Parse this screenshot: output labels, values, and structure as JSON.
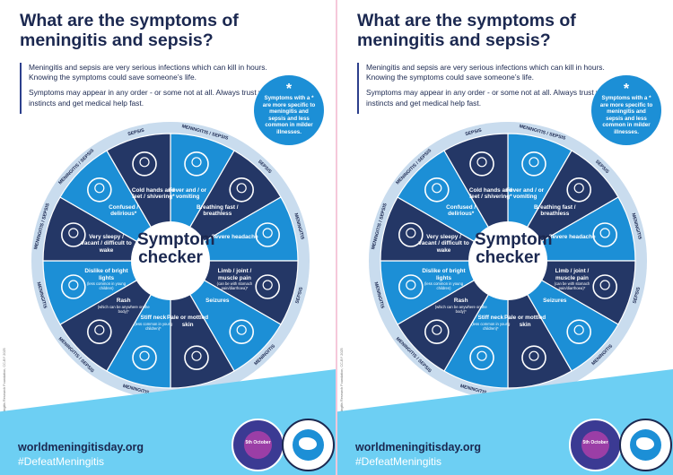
{
  "colors": {
    "navy": "#1b2850",
    "dark_segment": "#243766",
    "blue_segment": "#1c8fd6",
    "ring": "#c9dcee",
    "footer": "#6dcff3",
    "badge": "#1c8fd6"
  },
  "poster": {
    "title": "What are the symptoms of meningitis and sepsis?",
    "intro_1": "Meningitis and sepsis are very serious infections which can kill in hours. Knowing the symptoms could save someone’s life.",
    "intro_2": "Symptoms may appear in any order - or some not at all. Always trust your instincts and get medical help fast.",
    "note_star": "*",
    "note_text": "Symptoms with a * are more specific to meningitis and sepsis and less common in milder illnesses.",
    "center": "Symptom checker",
    "credit": "© Meningitis Research Foundation, CC-BY 2025",
    "website": "worldmeningitisday.org",
    "hashtag": "#DefeatMeningitis",
    "badge_text": "5th October",
    "segments": [
      {
        "label": "Fever and / or vomiting",
        "sub": "",
        "ring": "MENINGITIS / SEPSIS",
        "icon": "thermometer-icon"
      },
      {
        "label": "Breathing fast / breathless",
        "sub": "",
        "ring": "SEPSIS",
        "icon": "lungs-icon"
      },
      {
        "label": "Severe headache",
        "sub": "",
        "ring": "MENINGITIS",
        "icon": "headache-icon"
      },
      {
        "label": "Limb / joint / muscle pain",
        "sub": "(can be with stomach pain/diarrhoea)*",
        "ring": "SEPSIS",
        "icon": "knee-icon"
      },
      {
        "label": "Seizures",
        "sub": "",
        "ring": "MENINGITIS",
        "icon": "seizure-icon"
      },
      {
        "label": "Pale or mottled skin",
        "sub": "",
        "ring": "SEPSIS",
        "icon": "mottled-skin-icon"
      },
      {
        "label": "Stiff neck",
        "sub": "(less common in young children)*",
        "ring": "MENINGITIS",
        "icon": "stiff-neck-icon"
      },
      {
        "label": "Rash",
        "sub": "(which can be anywhere on the body)*",
        "ring": "MENINGITIS / SEPSIS",
        "icon": "rash-hands-icon"
      },
      {
        "label": "Dislike of bright lights",
        "sub": "(less common in young children)",
        "ring": "MENINGITIS",
        "icon": "sunglasses-icon"
      },
      {
        "label": "Very sleepy / vacant / difficult to wake",
        "sub": "",
        "ring": "MENINGITIS / SEPSIS",
        "icon": "bed-icon"
      },
      {
        "label": "Confused / delirious*",
        "sub": "",
        "ring": "MENINGITIS / SEPSIS",
        "icon": "confused-icon"
      },
      {
        "label": "Cold hands and feet / shivering*",
        "sub": "",
        "ring": "SEPSIS",
        "icon": "cold-hands-icon"
      }
    ]
  }
}
